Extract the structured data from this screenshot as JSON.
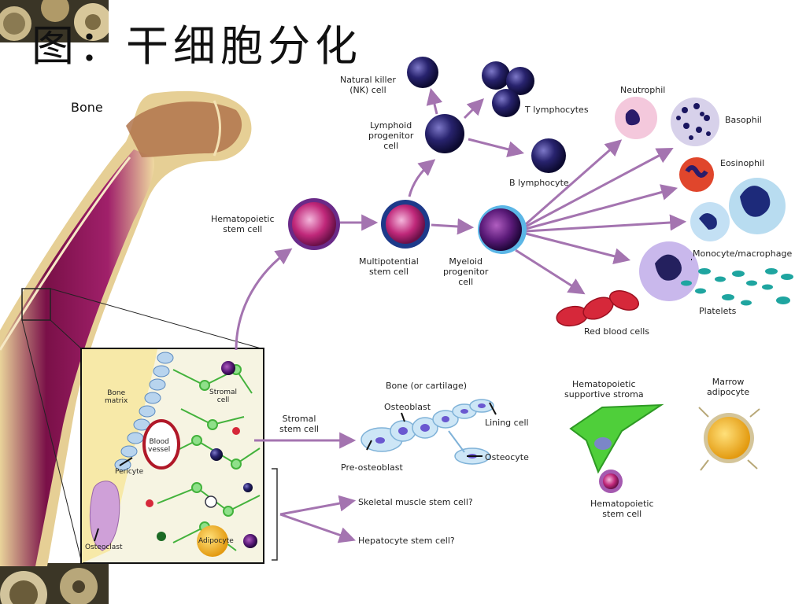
{
  "title": "图：干细胞分化",
  "bone_label": "Bone",
  "hematopoietic": {
    "hsc": "Hematopoietic\nstem cell",
    "mpp": "Multipotential\nstem cell",
    "lymphoid": "Lymphoid\nprogenitor\ncell",
    "myeloid": "Myeloid\nprogenitor\ncell",
    "nk": "Natural killer\n(NK) cell",
    "t_cells": "T lymphocytes",
    "b_cell": "B lymphocyte",
    "neutrophil": "Neutrophil",
    "basophil": "Basophil",
    "eosinophil": "Eosinophil",
    "monocyte": "Monocyte/macrophage",
    "platelets": "Platelets",
    "rbc": "Red blood cells"
  },
  "stromal": {
    "stromal_stem": "Stromal\nstem cell",
    "bone_cartilage": "Bone (or cartilage)",
    "osteoblast": "Osteoblast",
    "lining_cell": "Lining cell",
    "osteocyte": "Osteocyte",
    "pre_osteoblast": "Pre-osteoblast",
    "skeletal": "Skeletal muscle stem cell?",
    "hepatocyte": "Hepatocyte stem cell?",
    "support_stroma": "Hematopoietic\nsupportive stroma",
    "marrow_adipocyte": "Marrow\nadipocyte",
    "hsc2": "Hematopoietic\nstem cell"
  },
  "inset": {
    "bone_matrix": "Bone\nmatrix",
    "stromal_cell": "Stromal\ncell",
    "blood_vessel": "Blood\nvessel",
    "pericyte": "Pericyte",
    "osteoclast": "Osteoclast",
    "adipocyte": "Adipocyte"
  },
  "colors": {
    "arrow": "#a474b0",
    "cell_dark": "#1d1a5e",
    "cell_pink": "#c0287a",
    "bone_marrow": "#5a0e3a",
    "stroma_green": "#3fbf3a",
    "rbc": "#d6283a",
    "adipocyte": "#f2b21a"
  }
}
